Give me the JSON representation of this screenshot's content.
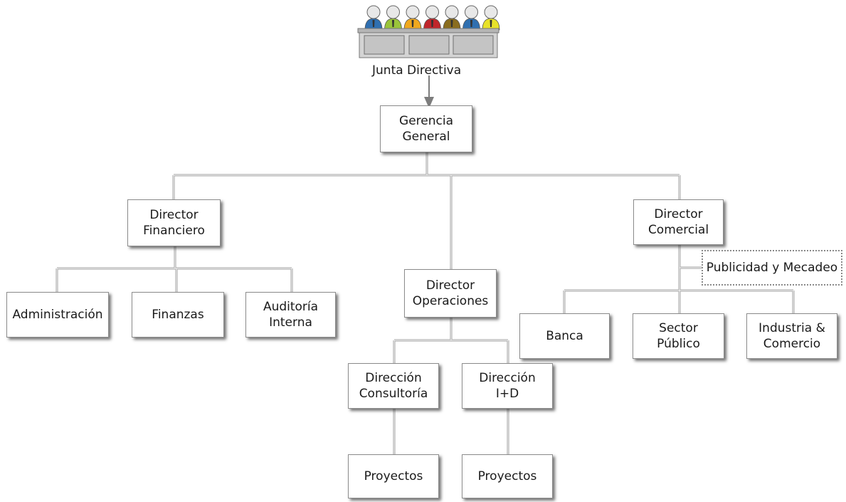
{
  "board": {
    "label": "Junta Directiva"
  },
  "nodes": {
    "gerencia": "Gerencia\nGeneral",
    "dir_financiero": "Director\nFinanciero",
    "dir_operaciones": "Director\nOperaciones",
    "dir_comercial": "Director\nComercial",
    "administracion": "Administración",
    "finanzas": "Finanzas",
    "auditoria": "Auditoría\nInterna",
    "publicidad": "Publicidad y Mecadeo",
    "banca": "Banca",
    "sector_publico": "Sector\nPúblico",
    "industria": "Industria &\nComercio",
    "consultoria": "Dirección\nConsultoría",
    "id": "Dirección\nI+D",
    "proyectos_1": "Proyectos",
    "proyectos_2": "Proyectos"
  },
  "colors": {
    "connector": "#9a9a9a",
    "arrow": "#7d7d7d",
    "people": [
      "#2f6fb0",
      "#9ac43a",
      "#f0a81e",
      "#c0262b",
      "#8a6d1f",
      "#2f6fb0",
      "#e8e22a"
    ]
  }
}
